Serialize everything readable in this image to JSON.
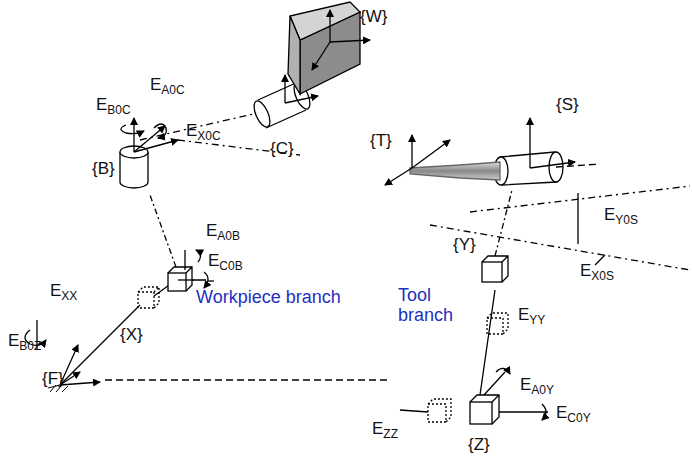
{
  "diagram": {
    "labels": [
      "{W}",
      "EA0C",
      "EB0C",
      "EX0C",
      "{C}",
      "{B}",
      "EA0B",
      "EC0B",
      "EXX",
      "{X}",
      "Workpiece branch",
      "EB0Z",
      "{F}",
      "{T}",
      "{S}",
      "EY0S",
      "{Y}",
      "EX0S",
      "Tool branch",
      "EYY",
      "EA0Y",
      "EZZ",
      "EC0Y",
      "{Z}"
    ]
  }
}
